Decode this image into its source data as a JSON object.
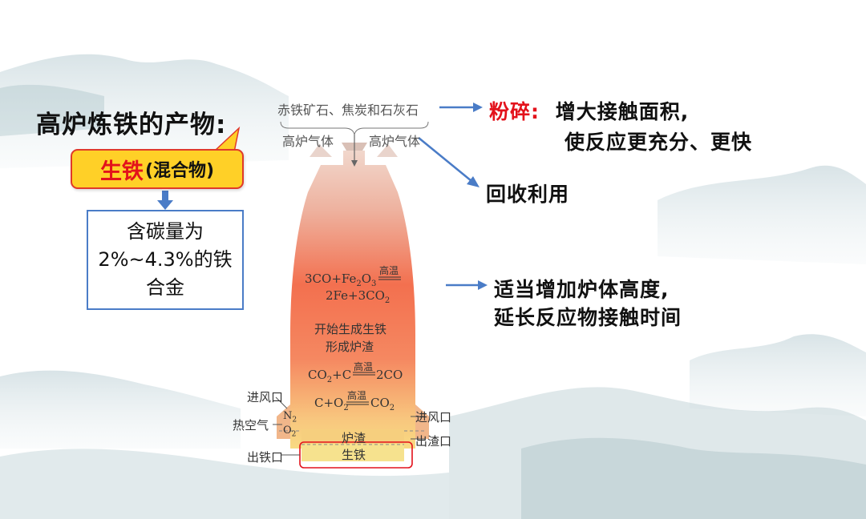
{
  "title": "高炉炼铁的产物:",
  "pig_iron_box": {
    "name": "生铁",
    "note": "(混合物)"
  },
  "carbon_box": {
    "line1": "含碳量为",
    "line2": "2%~4.3%的铁",
    "line3": "合金"
  },
  "furnace": {
    "top_label": "赤铁矿石、焦炭和石灰石",
    "gas_left": "高炉气体",
    "gas_right": "高炉气体",
    "reaction1_left": "3CO+Fe",
    "reaction1_sub1": "2",
    "reaction1_mid": "O",
    "reaction1_sub2": "3",
    "reaction1_cond": "高温",
    "reaction1_product": "2Fe+3CO",
    "reaction1_product_sub": "2",
    "begin_iron": "开始生成生铁",
    "form_slag": "形成炉渣",
    "reaction2_left": "CO",
    "reaction2_sub": "2",
    "reaction2_plus": "+C",
    "reaction2_cond": "高温",
    "reaction2_product": "2CO",
    "reaction3_left": "C+O",
    "reaction3_sub": "2",
    "reaction3_cond": "高温",
    "reaction3_product": "CO",
    "reaction3_product_sub": "2",
    "air_inlet_left": "进风口",
    "hot_air": "热空气",
    "n2": "N",
    "n2_sub": "2",
    "o2": "O",
    "o2_sub": "2",
    "air_inlet_right": "进风口",
    "slag": "炉渣",
    "slag_outlet": "出渣口",
    "pig_iron": "生铁",
    "iron_outlet": "出铁口"
  },
  "right_notes": {
    "crush_label": "粉碎:",
    "crush_line1": "增大接触面积,",
    "crush_line2": "使反应更充分、更快",
    "recycle": "回收利用",
    "height_line1": "适当增加炉体高度,",
    "height_line2": "延长反应物接触时间"
  },
  "colors": {
    "accent_red": "#e3121b",
    "box_yellow": "#ffd027",
    "arrow_blue": "#4a7cc7",
    "furnace_top": "#efcaba",
    "furnace_mid": "#f36a4e",
    "furnace_bottom": "#f8d77a"
  }
}
